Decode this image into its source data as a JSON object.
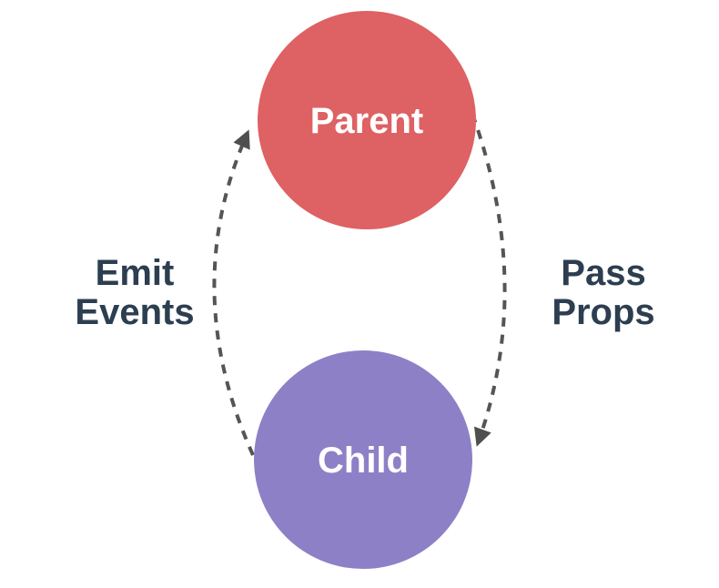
{
  "diagram": {
    "background": "#ffffff",
    "arrow_color": "#555555",
    "arrowhead_color": "#4f4f4f",
    "label_color": "#2c3e50",
    "nodes": [
      {
        "id": "parent",
        "label": "Parent",
        "fill": "#de6163",
        "text_color": "#ffffff"
      },
      {
        "id": "child",
        "label": "Child",
        "fill": "#8e80c7",
        "text_color": "#ffffff"
      }
    ],
    "edges": [
      {
        "id": "emit-events",
        "from": "child",
        "to": "parent",
        "side": "left",
        "label_line1": "Emit",
        "label_line2": "Events"
      },
      {
        "id": "pass-props",
        "from": "parent",
        "to": "child",
        "side": "right",
        "label_line1": "Pass",
        "label_line2": "Props"
      }
    ]
  }
}
